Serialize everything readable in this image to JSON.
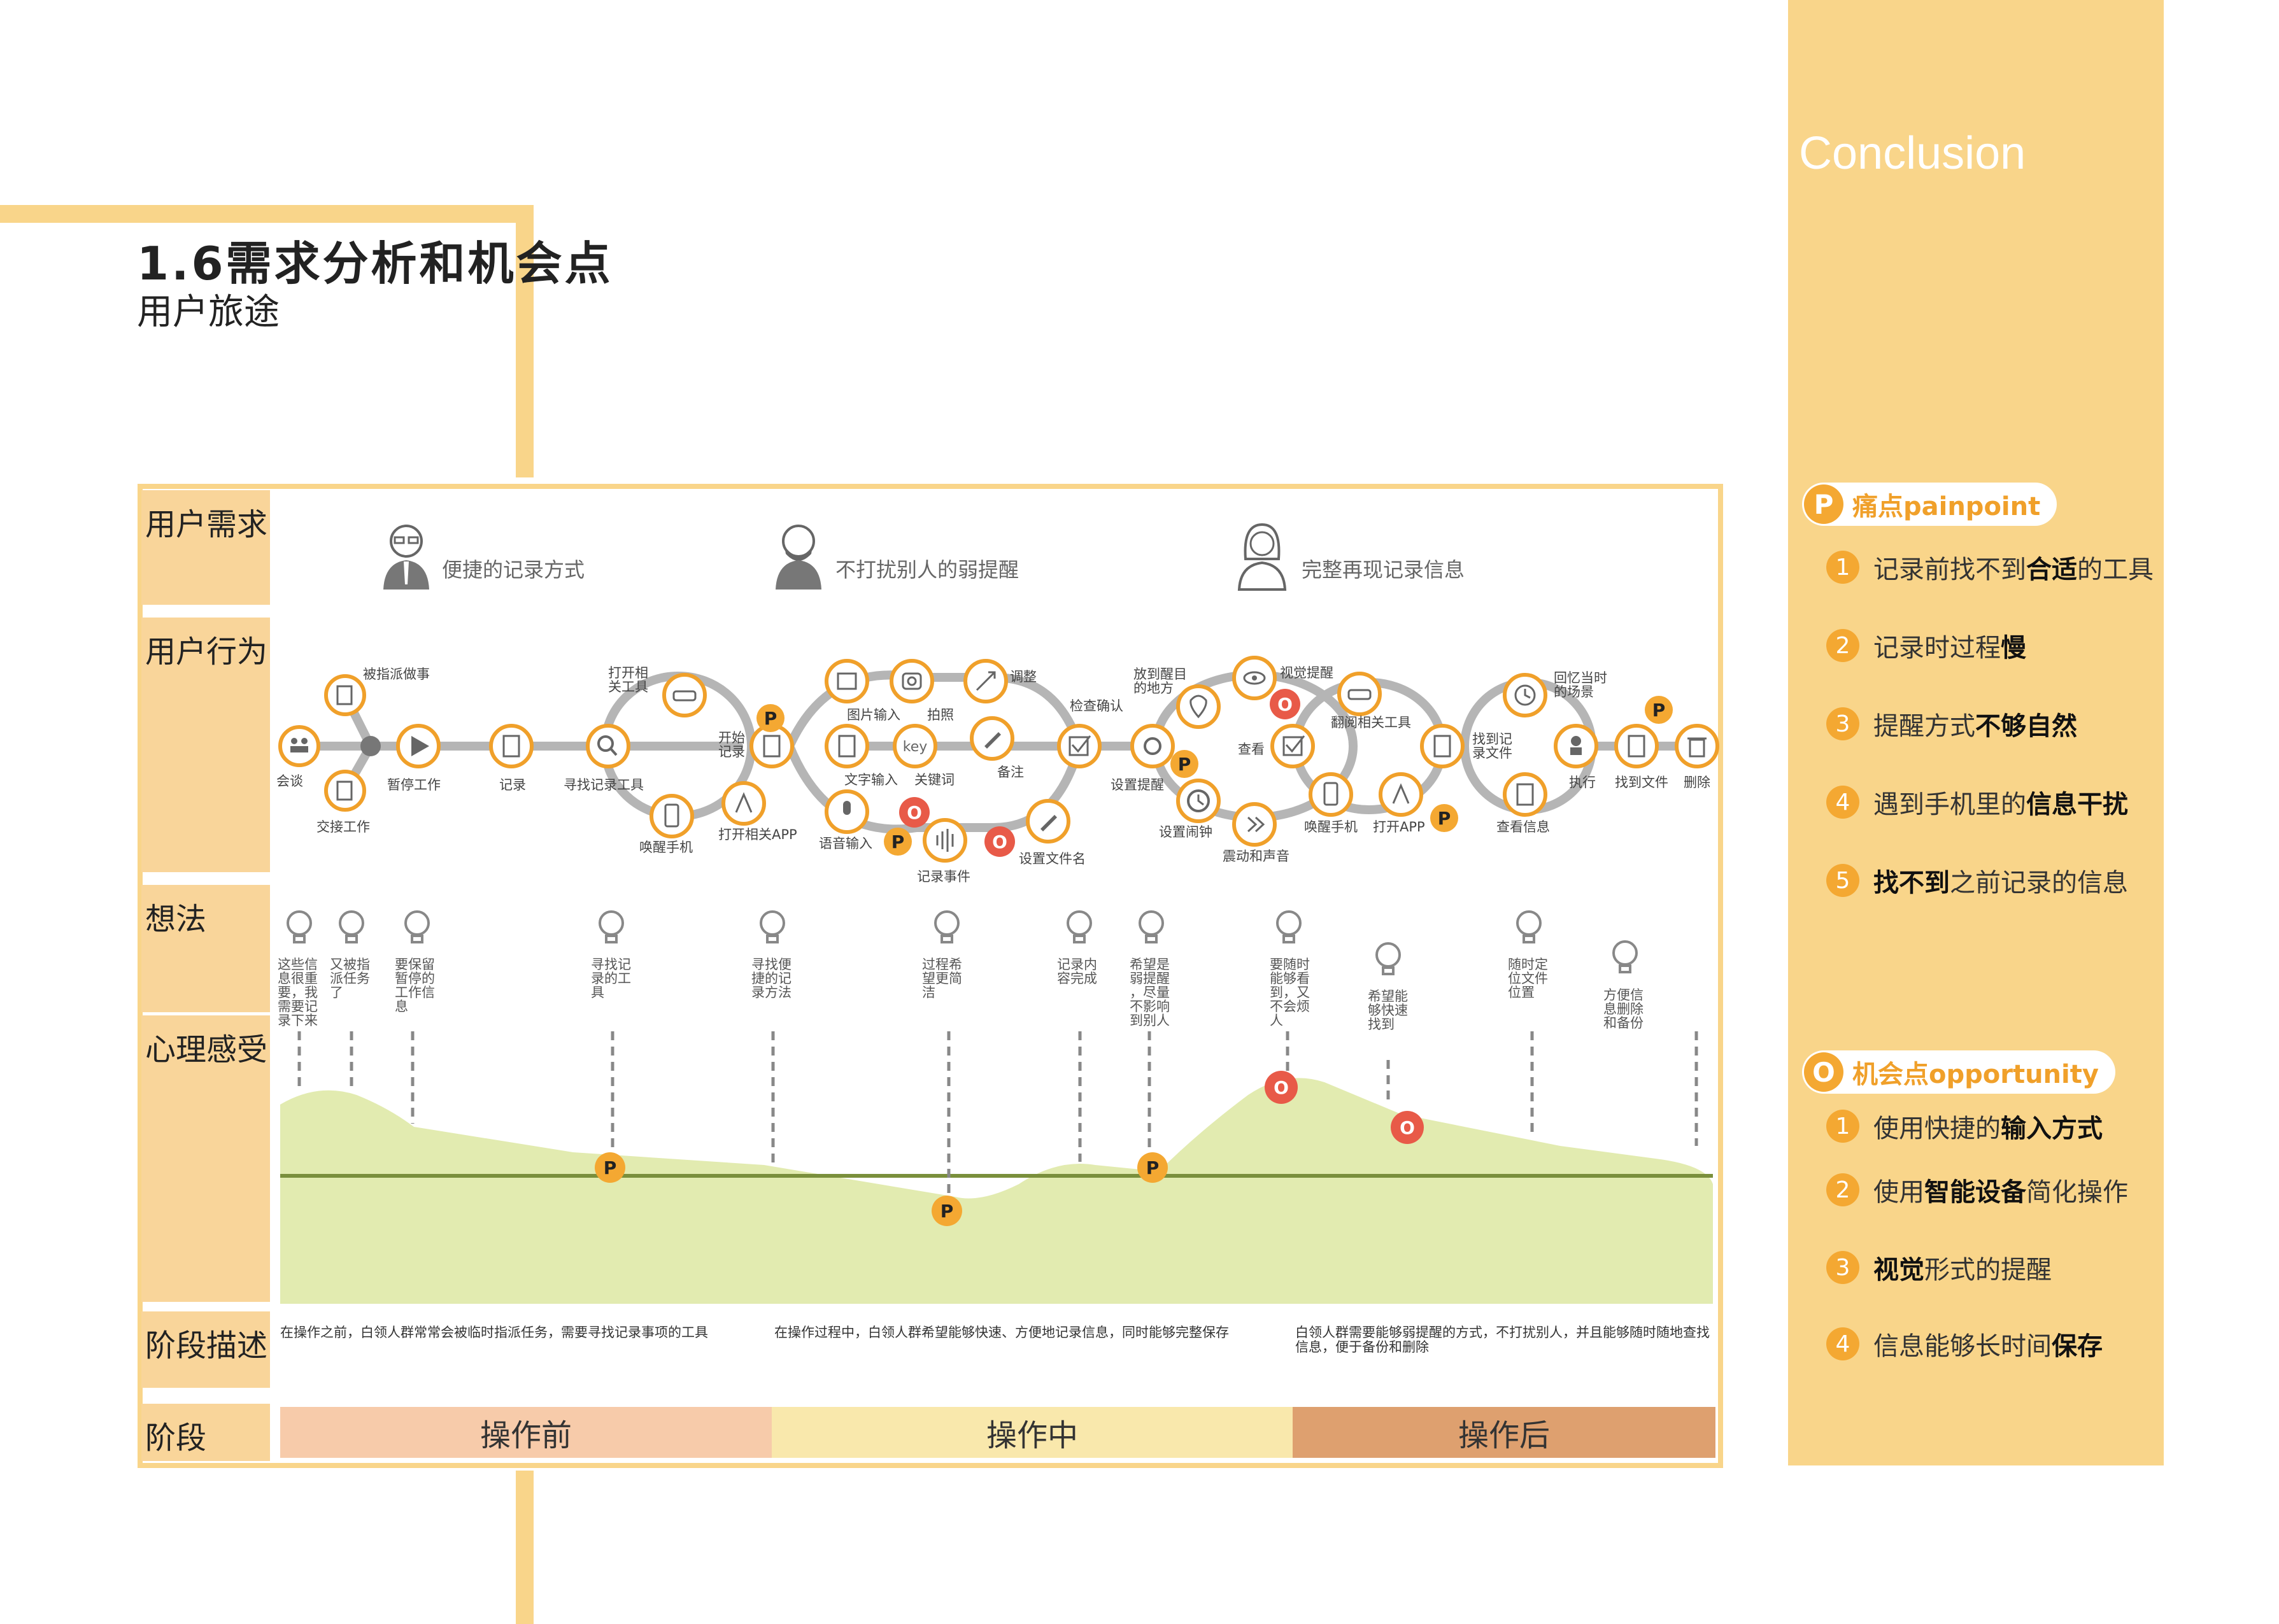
{
  "title": "1.6需求分析和机会点",
  "subtitle": "用户旅途",
  "row_labels": {
    "needs": "用户需求",
    "actions": "用户行为",
    "thoughts": "想法",
    "feelings": "心理感受",
    "stage_desc": "阶段描述",
    "stage": "阶段"
  },
  "needs": [
    {
      "text": "便捷的记录方式",
      "icon": "person-glasses-icon"
    },
    {
      "text": "不打扰别人的弱提醒",
      "icon": "person-beard-icon"
    },
    {
      "text": "完整再现记录信息",
      "icon": "person-woman-icon"
    }
  ],
  "actions": {
    "meeting": "会谈",
    "assigned": "被指派做事",
    "handover": "交接工作",
    "pause": "暂停工作",
    "record": "记录",
    "find_tool": "寻找记录工具",
    "open_tool_l1": "打开相",
    "open_tool_l2": "关工具",
    "start_rec_l1": "开始",
    "start_rec_l2": "记录",
    "wake_phone": "唤醒手机",
    "open_app": "打开相关APP",
    "image_input": "图片输入",
    "photo": "拍照",
    "adjust": "调整",
    "text_input": "文字输入",
    "keyword": "关键词",
    "note": "备注",
    "voice_input": "语音输入",
    "record_event": "记录事件",
    "set_filename": "设置文件名",
    "check_confirm": "检查确认",
    "set_reminder": "设置提醒",
    "place_eye_l1": "放到醒目",
    "place_eye_l2": "的地方",
    "visual_reminder": "视觉提醒",
    "view": "查看",
    "set_alarm": "设置闹钟",
    "vibrate_sound": "震动和声音",
    "browse_tools": "翻阅相关工具",
    "wake_phone2": "唤醒手机",
    "open_app2": "打开APP",
    "find_file_l1": "找到记",
    "find_file_l2": "录文件",
    "view_info": "查看信息",
    "recall_l1": "回忆当时",
    "recall_l2": "的场景",
    "execute": "执行",
    "find_file": "找到文件",
    "delete": "删除",
    "key_icon_text": "key"
  },
  "thoughts": [
    [
      "这些信",
      "息很重",
      "要，我",
      "需要记",
      "录下来"
    ],
    [
      "又被指",
      "派任务",
      "了"
    ],
    [
      "要保留",
      "暂停的",
      "工作信",
      "息"
    ],
    [
      "寻找记",
      "录的工",
      "具"
    ],
    [
      "寻找便",
      "捷的记",
      "录方法"
    ],
    [
      "过程希",
      "望更简",
      "洁"
    ],
    [
      "记录内",
      "容完成"
    ],
    [
      "希望是",
      "弱提醒",
      "，尽量",
      "不影响",
      "到别人"
    ],
    [
      "要随时",
      "能够看",
      "到，又",
      "不会烦",
      "人"
    ],
    [
      "希望能",
      "够快速",
      "找到"
    ],
    [
      "随时定",
      "位文件",
      "位置"
    ],
    [
      "方便信",
      "息删除",
      "和备份"
    ]
  ],
  "markers": {
    "painpoint": "P",
    "opportunity": "O"
  },
  "stage_descriptions": [
    "在操作之前，白领人群常常会被临时指派任务，需要寻找记录事项的工具",
    "在操作过程中，白领人群希望能够快速、方便地记录信息，同时能够完整保存",
    "白领人群需要能够弱提醒的方式，不打扰别人，并且能够随时随地查找信息，便于备份和删除"
  ],
  "stages": [
    {
      "label": "操作前",
      "color": "#f7cbaa"
    },
    {
      "label": "操作中",
      "color": "#f9e8ac"
    },
    {
      "label": "操作后",
      "color": "#dea06f"
    }
  ],
  "colors": {
    "accent": "#f4a832",
    "panel": "#f9d58a",
    "opportunity": "#e85a48",
    "feeling": "#e2ebb0",
    "baseline": "#7a8f3c"
  },
  "conclusion": {
    "title": "Conclusion",
    "painpoint_badge": "P",
    "painpoint_label": "痛点painpoint",
    "painpoints": [
      {
        "num": "1",
        "pre": "记录前找不到",
        "bold": "合适",
        "post": "的工具"
      },
      {
        "num": "2",
        "pre": "记录时过程",
        "bold": "慢",
        "post": ""
      },
      {
        "num": "3",
        "pre": "提醒方式",
        "bold": "不够自然",
        "post": ""
      },
      {
        "num": "4",
        "pre": "遇到手机里的",
        "bold": "信息干扰",
        "post": ""
      },
      {
        "num": "5",
        "pre": "",
        "bold": "找不到",
        "post": "之前记录的信息"
      }
    ],
    "opportunity_badge": "O",
    "opportunity_label": "机会点opportunity",
    "opportunities": [
      {
        "num": "1",
        "pre": "使用快捷的",
        "bold": "输入方式",
        "post": ""
      },
      {
        "num": "2",
        "pre": "使用",
        "bold": "智能设备",
        "post": "简化操作"
      },
      {
        "num": "3",
        "pre": "",
        "bold": "视觉",
        "post": "形式的提醒"
      },
      {
        "num": "4",
        "pre": "信息能够长时间",
        "bold": "保存",
        "post": ""
      }
    ]
  }
}
